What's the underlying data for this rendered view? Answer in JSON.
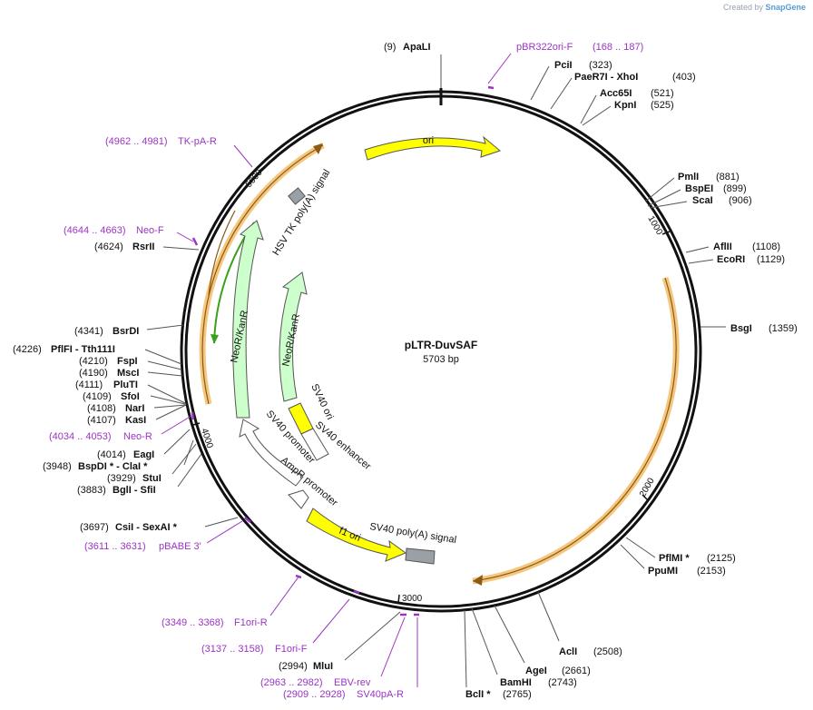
{
  "credit": {
    "prefix": "Created by",
    "brand": "SnapGene"
  },
  "plasmid": {
    "name": "pLTR-DuvSAF",
    "size_label": "5703 bp",
    "total_bp": 5703
  },
  "ticks": [
    {
      "label": "1000",
      "bp": 1000
    },
    {
      "label": "2000",
      "bp": 2000
    },
    {
      "label": "3000",
      "bp": 3000
    },
    {
      "label": "4000",
      "bp": 4000
    },
    {
      "label": "5000",
      "bp": 5000
    }
  ],
  "sites": [
    {
      "pos": "(9)",
      "name": "ApaLI",
      "bp": 9
    },
    {
      "pos": "(323)",
      "name": "PciI",
      "bp": 323
    },
    {
      "pos": "(403)",
      "name": "PaeR7I  - XhoI",
      "bp": 403
    },
    {
      "pos": "(521)",
      "name": "Acc65I",
      "bp": 521
    },
    {
      "pos": "(525)",
      "name": "KpnI",
      "bp": 525
    },
    {
      "pos": "(881)",
      "name": "PmlI",
      "bp": 881
    },
    {
      "pos": "(899)",
      "name": "BspEI",
      "bp": 899
    },
    {
      "pos": "(906)",
      "name": "ScaI",
      "bp": 906
    },
    {
      "pos": "(1108)",
      "name": "AflII",
      "bp": 1108
    },
    {
      "pos": "(1129)",
      "name": "EcoRI",
      "bp": 1129
    },
    {
      "pos": "(1359)",
      "name": "BsgI",
      "bp": 1359
    },
    {
      "pos": "(2125)",
      "name": "PflMI *",
      "bp": 2125
    },
    {
      "pos": "(2153)",
      "name": "PpuMI",
      "bp": 2153
    },
    {
      "pos": "(2508)",
      "name": "AclI",
      "bp": 2508
    },
    {
      "pos": "(2661)",
      "name": "AgeI",
      "bp": 2661
    },
    {
      "pos": "(2743)",
      "name": "BamHI",
      "bp": 2743
    },
    {
      "pos": "(2765)",
      "name": "BclI *",
      "bp": 2765
    },
    {
      "pos": "(2994)",
      "name": "MluI",
      "bp": 2994
    },
    {
      "pos": "(3697)",
      "name": "CsiI  - SexAI *",
      "bp": 3697
    },
    {
      "pos": "(3883)",
      "name": "BglI  - SfiI",
      "bp": 3883
    },
    {
      "pos": "(3929)",
      "name": "StuI",
      "bp": 3929
    },
    {
      "pos": "(3948)",
      "name": "BspDI *  - ClaI *",
      "bp": 3948
    },
    {
      "pos": "(4014)",
      "name": "EagI",
      "bp": 4014
    },
    {
      "pos": "(4107)",
      "name": "KasI",
      "bp": 4107
    },
    {
      "pos": "(4108)",
      "name": "NarI",
      "bp": 4108
    },
    {
      "pos": "(4109)",
      "name": "SfoI",
      "bp": 4109
    },
    {
      "pos": "(4111)",
      "name": "PluTI",
      "bp": 4111
    },
    {
      "pos": "(4190)",
      "name": "MscI",
      "bp": 4190
    },
    {
      "pos": "(4210)",
      "name": "FspI",
      "bp": 4210
    },
    {
      "pos": "(4226)",
      "name": "PflFI  - Tth111I",
      "bp": 4226
    },
    {
      "pos": "(4341)",
      "name": "BsrDI",
      "bp": 4341
    },
    {
      "pos": "(4624)",
      "name": "RsrII",
      "bp": 4624
    }
  ],
  "primers": [
    {
      "name": "pBR322ori-F",
      "range": "(168 .. 187)",
      "bp": 177
    },
    {
      "name": "TK-pA-R",
      "range": "(4962 .. 4981)",
      "bp": 4971
    },
    {
      "name": "Neo-F",
      "range": "(4644 .. 4663)",
      "bp": 4653
    },
    {
      "name": "Neo-R",
      "range": "(4034 .. 4053)",
      "bp": 4043
    },
    {
      "name": "pBABE 3'",
      "range": "(3611 .. 3631)",
      "bp": 3621
    },
    {
      "name": "F1ori-R",
      "range": "(3349 .. 3368)",
      "bp": 3358
    },
    {
      "name": "F1ori-F",
      "range": "(3137 .. 3158)",
      "bp": 3147
    },
    {
      "name": "EBV-rev",
      "range": "(2963 .. 2982)",
      "bp": 2972
    },
    {
      "name": "SV40pA-R",
      "range": "(2909 .. 2928)",
      "bp": 2918
    }
  ],
  "features": [
    {
      "label": "ori",
      "color": "#ffff00"
    },
    {
      "label": "HSV TK poly(A) signal",
      "color": "#9aa0a6"
    },
    {
      "label": "NeoR/KanR",
      "color": "#ccffcc"
    },
    {
      "label": "NeoR/KanR",
      "color": "#ccffcc"
    },
    {
      "label": "SV40 ori",
      "color": "#ffff00"
    },
    {
      "label": "SV40 enhancer",
      "color": "#ffffff"
    },
    {
      "label": "SV40 promoter",
      "color": "#ffffff"
    },
    {
      "label": "AmpR promoter",
      "color": "#ffffff"
    },
    {
      "label": "f1 ori",
      "color": "#ffff00"
    },
    {
      "label": "SV40 poly(A) signal",
      "color": "#9aa0a6"
    }
  ],
  "colors": {
    "primer": "#9b34c4",
    "orf_highlight": "#f5c77e",
    "orf_line": "#8b5a14",
    "orf_green": "#3aa01a"
  }
}
